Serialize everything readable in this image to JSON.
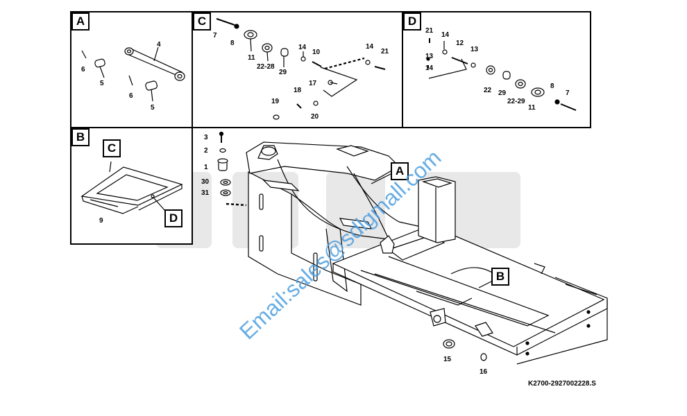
{
  "panels": {
    "A": "A",
    "B": "B",
    "C": "C",
    "D": "D"
  },
  "callouts": {
    "main_A": "A",
    "main_B": "B",
    "B_C": "C",
    "B_D": "D"
  },
  "panel_a_labels": [
    "4",
    "6",
    "5",
    "6",
    "5"
  ],
  "panel_b_labels": [
    "9"
  ],
  "panel_c_labels": [
    "7",
    "8",
    "11",
    "22-28",
    "29",
    "14",
    "10",
    "14",
    "21",
    "17",
    "18",
    "19",
    "20"
  ],
  "panel_d_labels": [
    "21",
    "14",
    "12",
    "13",
    "13",
    "14",
    "22",
    "29",
    "22-29",
    "8",
    "7",
    "11"
  ],
  "main_labels": [
    "3",
    "2",
    "1",
    "30",
    "31",
    "15",
    "16"
  ],
  "drawing_code": "K2700-2927002228.S",
  "watermark": {
    "email": "Email:sales@sdlgmall.com",
    "logo": "SDLG",
    "logo_color": "#e8e8e8",
    "email_color": "#4d9fe0"
  }
}
